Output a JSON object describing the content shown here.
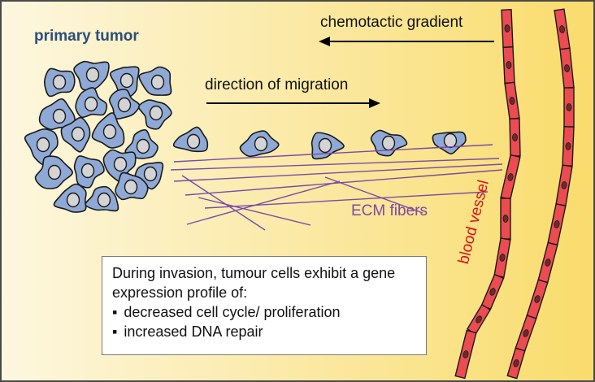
{
  "labels": {
    "title": "primary tumor",
    "migration": "direction of migration",
    "gradient": "chemotactic gradient",
    "ecm": "ECM fibers",
    "vessel": "blood vessel"
  },
  "box": {
    "intro": "During invasion, tumour cells exhibit a gene expression profile of:",
    "items": [
      "decreased cell cycle/ proliferation",
      "increased DNA repair"
    ]
  },
  "colors": {
    "background_left": "#fdf7df",
    "background_right": "#f9dc6c",
    "border": "#4a4a4a",
    "cell_fill": "#8fa9d6",
    "cell_nucleus": "#d4d4d4",
    "title_color": "#2d4e7c",
    "ecm_color": "#7b4aa8",
    "vessel_fill": "#ec4b52",
    "vessel_label_color": "#d4141c"
  },
  "icons": {
    "migration_arrow": "right-arrow",
    "gradient_arrow": "left-arrow"
  }
}
